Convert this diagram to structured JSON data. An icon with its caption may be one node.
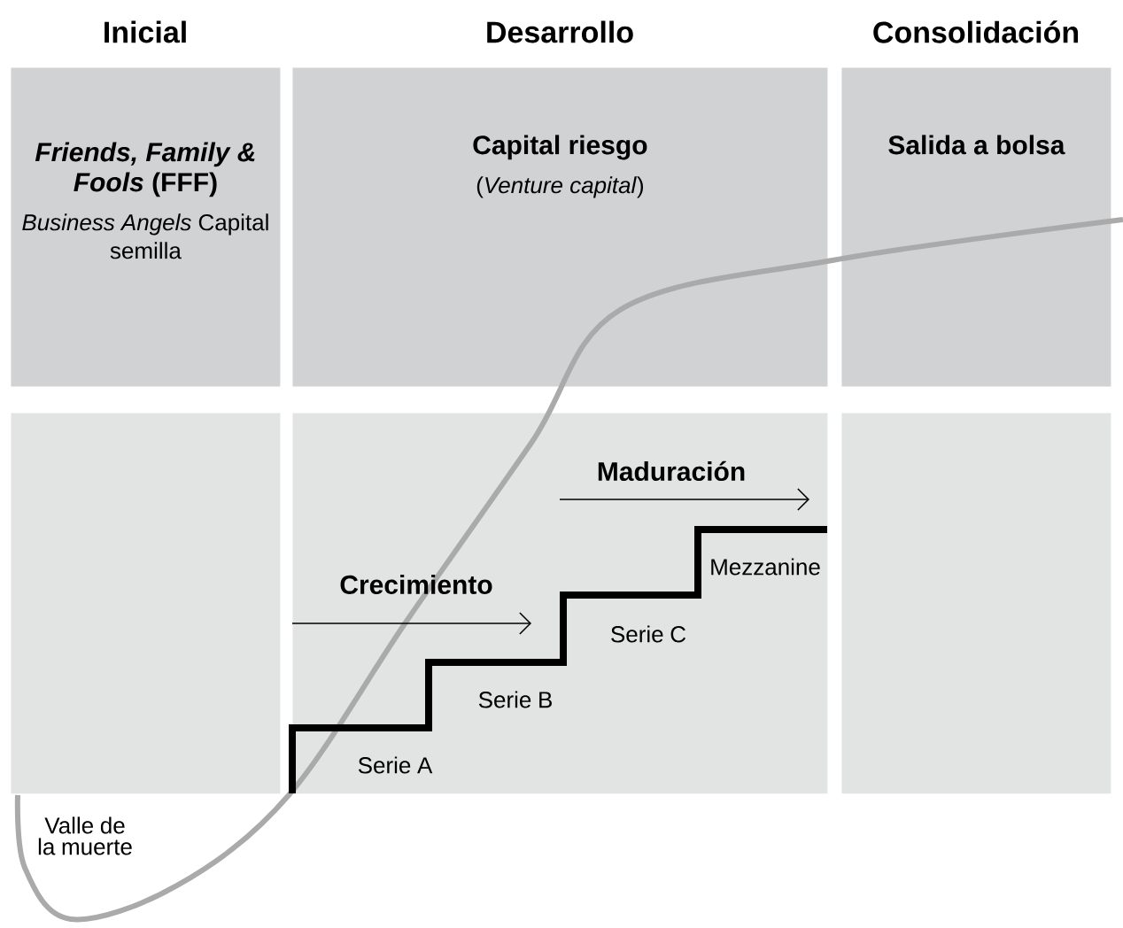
{
  "diagram": {
    "nodes": [
      {
        "text": [
          "*Friends, Family & Fools* (FFF)",
          "*Business Angels* Capital semilla"
        ]
      },
      {
        "text": [
          "Capital riesgo",
          "(*Venture capital*)"
        ]
      },
      {
        "text": [
          "Salida a bolsa"
        ]
      },
      {
        "text": [],
        "shape": "box"
      },
      {
        "text": [],
        "shape": "box"
      },
      {
        "text": [],
        "shape": "box"
      }
    ],
    "labels": [
      "Inicial",
      "Desarrollo",
      "Consolidación",
      "Maduración",
      "Crecimiento",
      "Mezzanine",
      "Serie C",
      "Serie B",
      "Serie A",
      "Valle de la muerte"
    ]
  }
}
